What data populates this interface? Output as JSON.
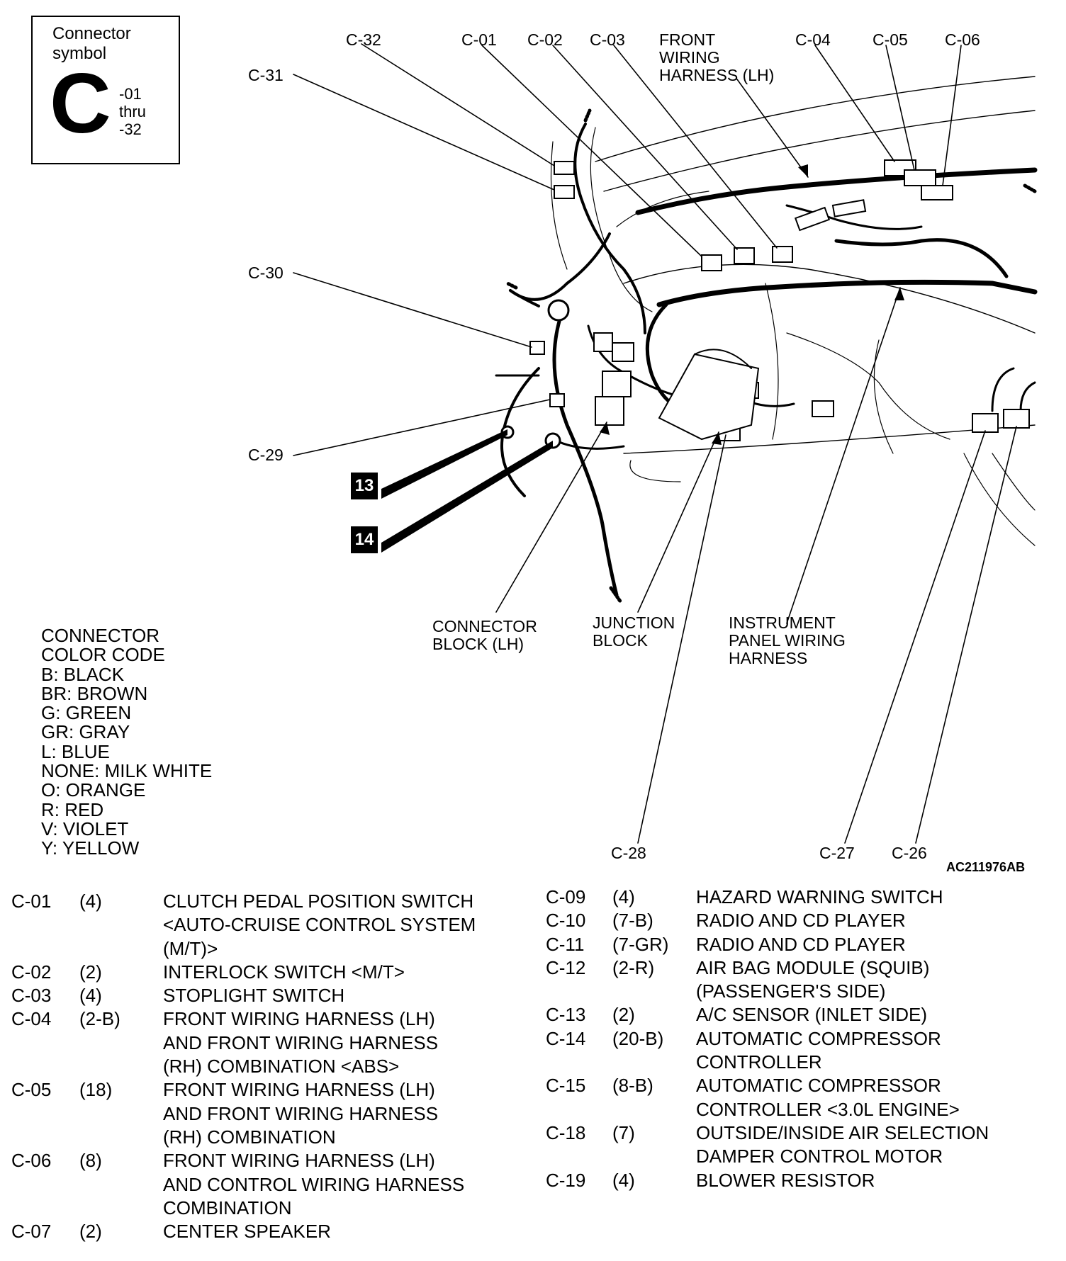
{
  "symbol_box": {
    "title_line1": "Connector",
    "title_line2": "symbol",
    "letter": "C",
    "range_line1": "-01",
    "range_line2": "thru",
    "range_line3": "-32"
  },
  "callouts": {
    "c32": "C-32",
    "c01": "C-01",
    "c02": "C-02",
    "c03": "C-03",
    "front_harness": "FRONT\nWIRING\nHARNESS (LH)",
    "c04": "C-04",
    "c05": "C-05",
    "c06": "C-06",
    "c31": "C-31",
    "c30": "C-30",
    "c29": "C-29",
    "badge13": "13",
    "badge14": "14",
    "connector_block": "CONNECTOR\nBLOCK (LH)",
    "junction_block": "JUNCTION\nBLOCK",
    "ip_harness": "INSTRUMENT\nPANEL WIRING\nHARNESS",
    "c28": "C-28",
    "c27": "C-27",
    "c26": "C-26"
  },
  "figure_code": "AC211976AB",
  "legend": {
    "title1": "CONNECTOR",
    "title2": "COLOR CODE",
    "items": [
      "B: BLACK",
      "BR: BROWN",
      "G: GREEN",
      "GR: GRAY",
      "L: BLUE",
      "NONE: MILK WHITE",
      "O: ORANGE",
      "R: RED",
      "V: VIOLET",
      "Y: YELLOW"
    ]
  },
  "connectors_left": [
    {
      "id": "C-01",
      "pins": "(4)",
      "desc": "CLUTCH PEDAL POSITION SWITCH\n<AUTO-CRUISE CONTROL SYSTEM\n(M/T)>"
    },
    {
      "id": "C-02",
      "pins": "(2)",
      "desc": "INTERLOCK SWITCH <M/T>"
    },
    {
      "id": "C-03",
      "pins": "(4)",
      "desc": "STOPLIGHT SWITCH"
    },
    {
      "id": "C-04",
      "pins": "(2-B)",
      "desc": "FRONT WIRING HARNESS (LH)\nAND FRONT WIRING HARNESS\n(RH) COMBINATION <ABS>"
    },
    {
      "id": "C-05",
      "pins": "(18)",
      "desc": "FRONT WIRING HARNESS (LH)\nAND FRONT WIRING HARNESS\n(RH) COMBINATION"
    },
    {
      "id": "C-06",
      "pins": "(8)",
      "desc": "FRONT WIRING HARNESS (LH)\nAND CONTROL WIRING HARNESS\nCOMBINATION"
    },
    {
      "id": "C-07",
      "pins": "(2)",
      "desc": "CENTER SPEAKER"
    }
  ],
  "connectors_right": [
    {
      "id": "C-09",
      "pins": "(4)",
      "desc": "HAZARD WARNING SWITCH"
    },
    {
      "id": "C-10",
      "pins": "(7-B)",
      "desc": "RADIO AND CD PLAYER"
    },
    {
      "id": "C-11",
      "pins": "(7-GR)",
      "desc": "RADIO AND CD PLAYER"
    },
    {
      "id": "C-12",
      "pins": "(2-R)",
      "desc": "AIR BAG MODULE (SQUIB)\n(PASSENGER'S SIDE)"
    },
    {
      "id": "C-13",
      "pins": "(2)",
      "desc": "A/C SENSOR (INLET SIDE)"
    },
    {
      "id": "C-14",
      "pins": "(20-B)",
      "desc": "AUTOMATIC COMPRESSOR\nCONTROLLER"
    },
    {
      "id": "C-15",
      "pins": "(8-B)",
      "desc": "AUTOMATIC COMPRESSOR\nCONTROLLER <3.0L ENGINE>"
    },
    {
      "id": "C-18",
      "pins": "(7)",
      "desc": "OUTSIDE/INSIDE AIR SELECTION\nDAMPER CONTROL MOTOR"
    },
    {
      "id": "C-19",
      "pins": "(4)",
      "desc": "BLOWER RESISTOR"
    }
  ]
}
